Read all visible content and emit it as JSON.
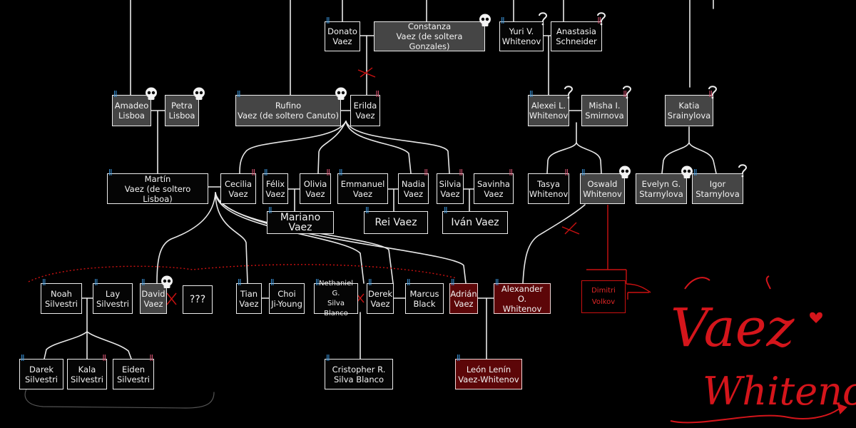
{
  "diagram": {
    "logo": {
      "line1": "Vaez",
      "line2": "Whitenov",
      "color": "#d4151b"
    },
    "people": {
      "donato": "Donato\nVaez",
      "constanza": "Constanza\nVaez (de soltera Gonzales)",
      "yuri": "Yuri V.\nWhitenov",
      "anastasia": "Anastasia\nSchneider",
      "amadeo": "Amadeo\nLisboa",
      "petra": "Petra\nLisboa",
      "rufino": "Rufino\nVaez (de soltero Canuto)",
      "erilda": "Erilda\nVaez",
      "alexei": "Alexei L.\nWhitenov",
      "misha": "Misha I.\nSmirnova",
      "katia": "Katia\nSrainylova",
      "martin": "Martín\nVaez (de soltero Lisboa)",
      "cecilia": "Cecilia\nVaez",
      "felix": "Félix\nVaez",
      "olivia": "Olivia\nVaez",
      "emmanuel": "Emmanuel\nVaez",
      "nadia": "Nadia\nVaez",
      "silvia": "Silvia\nVaez",
      "savinha": "Savinha\nVaez",
      "tasya": "Tasya\nWhitenov",
      "oswald": "Oswald\nWhitenov",
      "evelyn": "Evelyn G.\nStarnylova",
      "igor": "Igor\nStarnylova",
      "mariano": "Mariano Vaez",
      "rei": "Rei Vaez",
      "ivan": "Iván Vaez",
      "noah": "Noah\nSilvestri",
      "lay": "Lay\nSilvestri",
      "david": "David\nVaez",
      "unknown": "???",
      "tian": "Tian\nVaez",
      "choi": "Choi\nJi-Young",
      "nethaniel": "Nethaniel G.\nSilva Blanco",
      "derek_vaez": "Derek\nVaez",
      "marcus": "Marcus\nBlack",
      "adrian": "Adrián\nVaez",
      "alexander": "Alexander O.\nWhitenov",
      "dimitri": "Dimitri\nVolkov",
      "darek": "Darek\nSilvestri",
      "kala": "Kala\nSilvestri",
      "eiden": "Eiden\nSilvestri",
      "cristopher": "Cristopher R.\nSilva Blanco",
      "leon": "León Lenín\nVaez-Whitenov"
    }
  }
}
